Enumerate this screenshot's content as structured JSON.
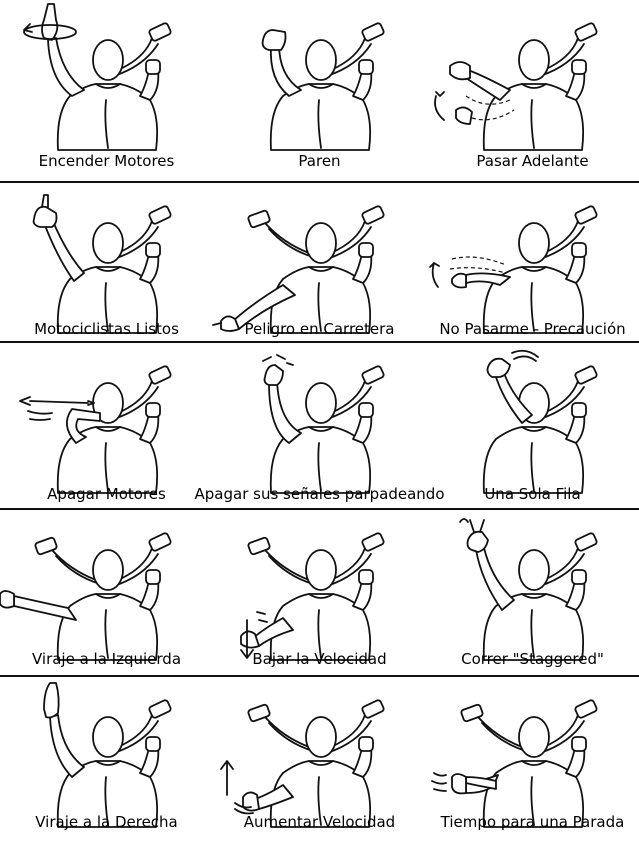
{
  "signals": [
    {
      "label": "Encender Motores",
      "gesture": "raise-rotate"
    },
    {
      "label": "Paren",
      "gesture": "raise-palm"
    },
    {
      "label": "Pasar Adelante",
      "gesture": "wave-forward"
    },
    {
      "label": "Motociclistas Listos",
      "gesture": "thumb-up"
    },
    {
      "label": "Peligro en Carretera",
      "gesture": "point-down-left"
    },
    {
      "label": "No Pasarme - Precaución",
      "gesture": "wave-back"
    },
    {
      "label": "Apagar Motores",
      "gesture": "across-throat"
    },
    {
      "label": "Apagar sus señales parpadeando",
      "gesture": "raise-blink"
    },
    {
      "label": "Una Sola Fila",
      "gesture": "overhead-one"
    },
    {
      "label": "Viraje a la Izquierda",
      "gesture": "arm-out-left"
    },
    {
      "label": "Bajar la Velocidad",
      "gesture": "low-down"
    },
    {
      "label": "Correr \"Staggered\"",
      "gesture": "raise-two"
    },
    {
      "label": "Viraje a la Derecha",
      "gesture": "raise-up"
    },
    {
      "label": "Aumentar Velocidad",
      "gesture": "low-up"
    },
    {
      "label": "Tiempo para una Parada",
      "gesture": "arm-across"
    }
  ]
}
